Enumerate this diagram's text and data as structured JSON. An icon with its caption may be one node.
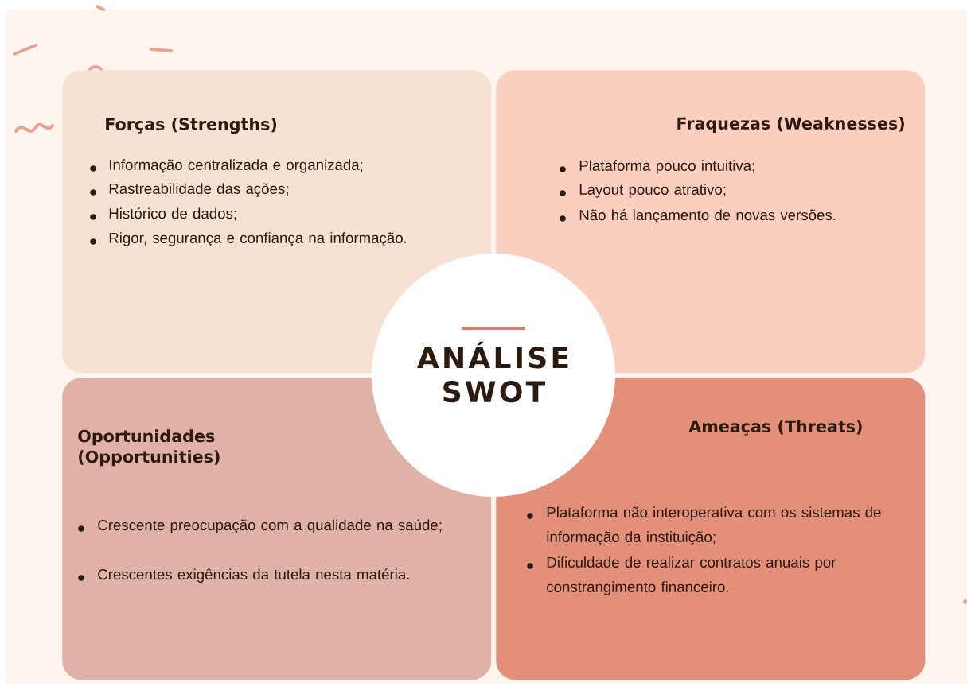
{
  "diagram": {
    "nodes": [
      {
        "text": [
          "Forças (Strengths)",
          "Informação centralizada e organizada;",
          "Rastreabilidade das ações;",
          "Histórico de dados;",
          "Rigor, segurança e confiança na informação."
        ]
      },
      {
        "text": [
          "Fraquezas (Weaknesses)",
          "Plataforma pouco intuitiva;",
          "Layout pouco atrativo;",
          "Não há lançamento de novas versões."
        ]
      },
      {
        "text": [
          "Oportunidades (Opportunities)",
          "Crescente preocupação com a qualidade na saúde;",
          "Crescentes exigências da tutela nesta matéria."
        ]
      },
      {
        "text": [
          "Ameaças (Threats)",
          "Plataforma não interoperativa com os sistemas de informação da instituição;",
          "Dificuldade de realizar contratos anuais  por constrangimento financeiro."
        ]
      },
      {
        "text": [
          "ANÁLISE SWOT"
        ]
      }
    ]
  }
}
